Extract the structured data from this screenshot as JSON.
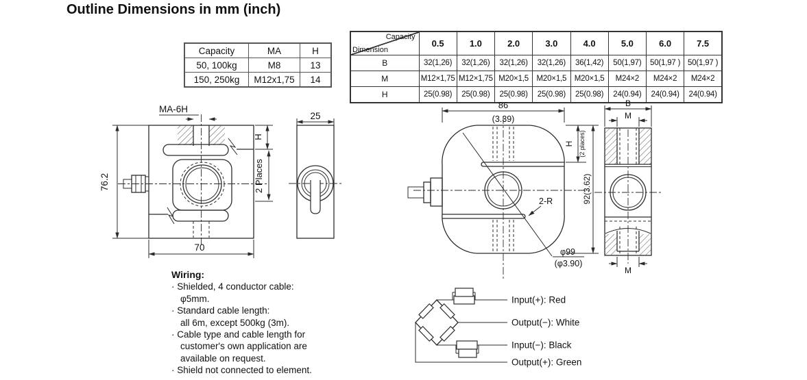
{
  "title": "Outline Dimensions in mm (inch)",
  "ma_table": {
    "headers": [
      "Capacity",
      "MA",
      "H"
    ],
    "rows": [
      [
        "50, 100kg",
        "M8",
        "13"
      ],
      [
        "150, 250kg",
        "M12x1,75",
        "14"
      ]
    ]
  },
  "dim_table": {
    "corner_top": "Capacity",
    "corner_bottom": "Dimension",
    "capacities": [
      "0.5",
      "1.0",
      "2.0",
      "3.0",
      "4.0",
      "5.0",
      "6.0",
      "7.5"
    ],
    "rows": [
      {
        "label": "B",
        "values": [
          "32(1,26)",
          "32(1,26)",
          "32(1,26)",
          "32(1,26)",
          "36(1,42)",
          "50(1,97)",
          "50(1,97 )",
          "50(1,97 )"
        ]
      },
      {
        "label": "M",
        "values": [
          "M12×1,75",
          "M12×1,75",
          "M20×1,5",
          "M20×1,5",
          "M20×1,5",
          "M24×2",
          "M24×2",
          "M24×2"
        ]
      },
      {
        "label": "H",
        "values": [
          "25(0.98)",
          "25(0.98)",
          "25(0.98)",
          "25(0.98)",
          "25(0.98)",
          "24(0.94)",
          "24(0.94)",
          "24(0.94)"
        ]
      }
    ]
  },
  "drawings": {
    "front_small": {
      "thread": "MA-6H",
      "height": "76.2",
      "width": "70",
      "h": "H",
      "places": "2 Places"
    },
    "side_small": {
      "width": "25"
    },
    "front_large": {
      "width_mm": "86",
      "width_inch": "(3.39)",
      "h": "H",
      "h_note": "(2 places)",
      "height": "92(3.62)",
      "radius": "2-R",
      "dia_mm": "φ99",
      "dia_inch": "(φ3.90)"
    },
    "section": {
      "b": "B",
      "m_top": "M",
      "m_bottom": "M"
    }
  },
  "wiring": {
    "heading": "Wiring:",
    "lines": [
      "· Shielded, 4 conductor cable:",
      "φ5mm.",
      "· Standard cable length:",
      "all 6m, except 500kg (3m).",
      "· Cable type and cable length for",
      "customer's own application are",
      "available on request.",
      "· Shield not connected to element."
    ]
  },
  "bridge": {
    "labels": [
      "Input(+): Red",
      "Output(−): White",
      "Input(−): Black",
      "Output(+): Green"
    ]
  }
}
